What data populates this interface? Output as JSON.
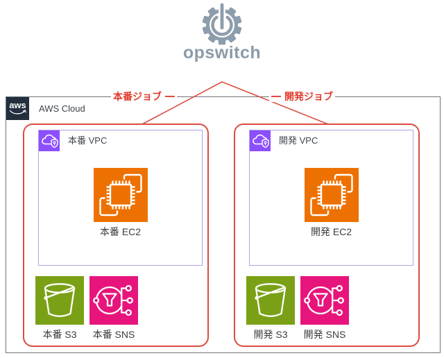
{
  "logo": {
    "brand": "opswitch"
  },
  "connectors": {
    "left_job_label": "本番ジョブ",
    "right_job_label": "開発ジョブ"
  },
  "aws": {
    "logo_text": "aws",
    "cloud_label": "AWS Cloud"
  },
  "groups": [
    {
      "name": "production",
      "vpc": "本番 VPC",
      "ec2": "本番 EC2",
      "s3": "本番 S3",
      "sns": "本番 SNS"
    },
    {
      "name": "development",
      "vpc": "開発 VPC",
      "ec2": "開発 EC2",
      "s3": "開発 S3",
      "sns": "開発 SNS"
    }
  ],
  "icons": {
    "logo": "gear-power-icon",
    "aws": "aws-smile-logo",
    "vpc": "cloud-lock-icon",
    "ec2": "chip-icon",
    "s3": "bucket-icon",
    "sns": "pubsub-funnel-icon"
  },
  "colors": {
    "red_accent": "#DB4C3E",
    "job_label_red": "#E03A2B",
    "logo_gray": "#8D9DAB",
    "aws_navy": "#232F3E",
    "frame_gray": "#6C737B",
    "vpc_purple": "#8C4FFF",
    "vpc_border": "#B2A1E5",
    "ec2_orange": "#ED7100",
    "s3_green": "#7AA116",
    "sns_pink": "#E7157B"
  }
}
